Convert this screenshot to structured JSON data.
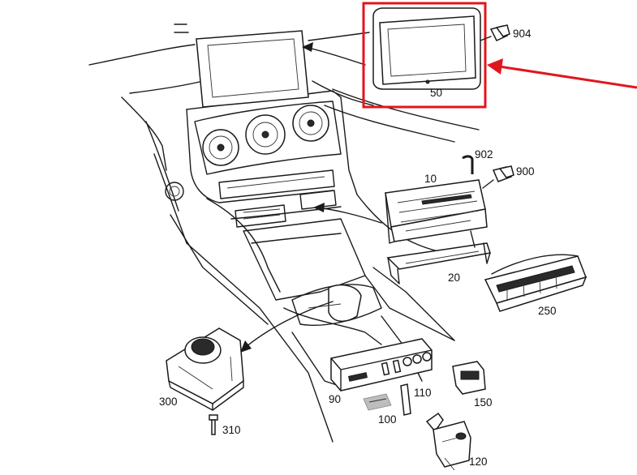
{
  "labels": {
    "p904": "904",
    "p50": "50",
    "p902": "902",
    "p10": "10",
    "p900": "900",
    "p20": "20",
    "p250": "250",
    "p300": "300",
    "p310": "310",
    "p90": "90",
    "p110": "110",
    "p100": "100",
    "p150": "150",
    "p120": "120"
  },
  "colors": {
    "highlight": "#e0161e",
    "ink": "#1a1a1a"
  }
}
